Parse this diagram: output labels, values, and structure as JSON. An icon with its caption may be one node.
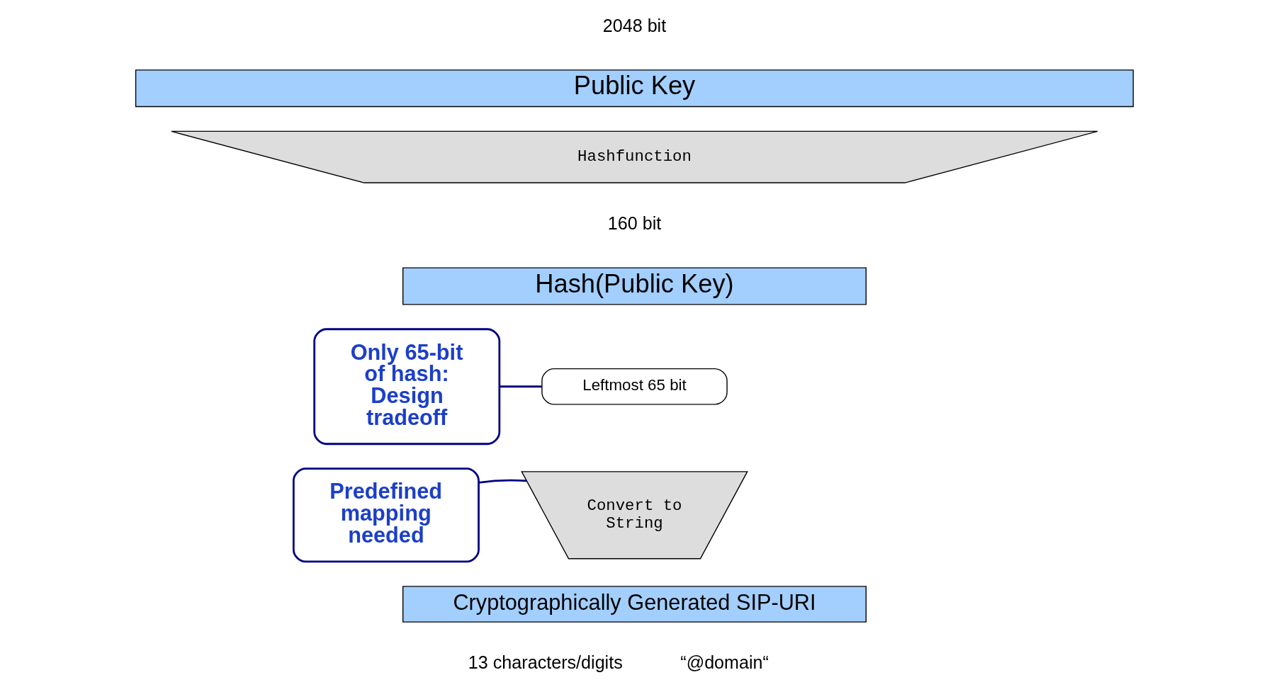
{
  "diagram": {
    "nodes": [
      {
        "text": [
          "Public Key"
        ]
      },
      {
        "text": [
          "Hashfunction"
        ]
      },
      {
        "text": [
          "Hash(Public Key)"
        ]
      },
      {
        "text": [
          "Leftmost 65 bit"
        ]
      },
      {
        "text": [
          "Predefined mapping needed"
        ]
      },
      {
        "text": [
          "Only 65-bit of hash: Design tradeoff"
        ]
      },
      {
        "text": [
          "Convert to String"
        ]
      },
      {
        "text": [
          "Cryptographically Generated SIP-URI"
        ]
      }
    ],
    "edges": [
      {
        "from": 4,
        "to": 6,
        "arrow": "none",
        "color": "#000080"
      },
      {
        "from": 5,
        "to": 3,
        "arrow": "none",
        "color": "#000080"
      }
    ],
    "labels": [
      "2048 bit",
      "160 bit",
      "13 characters/digits",
      "“@domain“"
    ]
  }
}
